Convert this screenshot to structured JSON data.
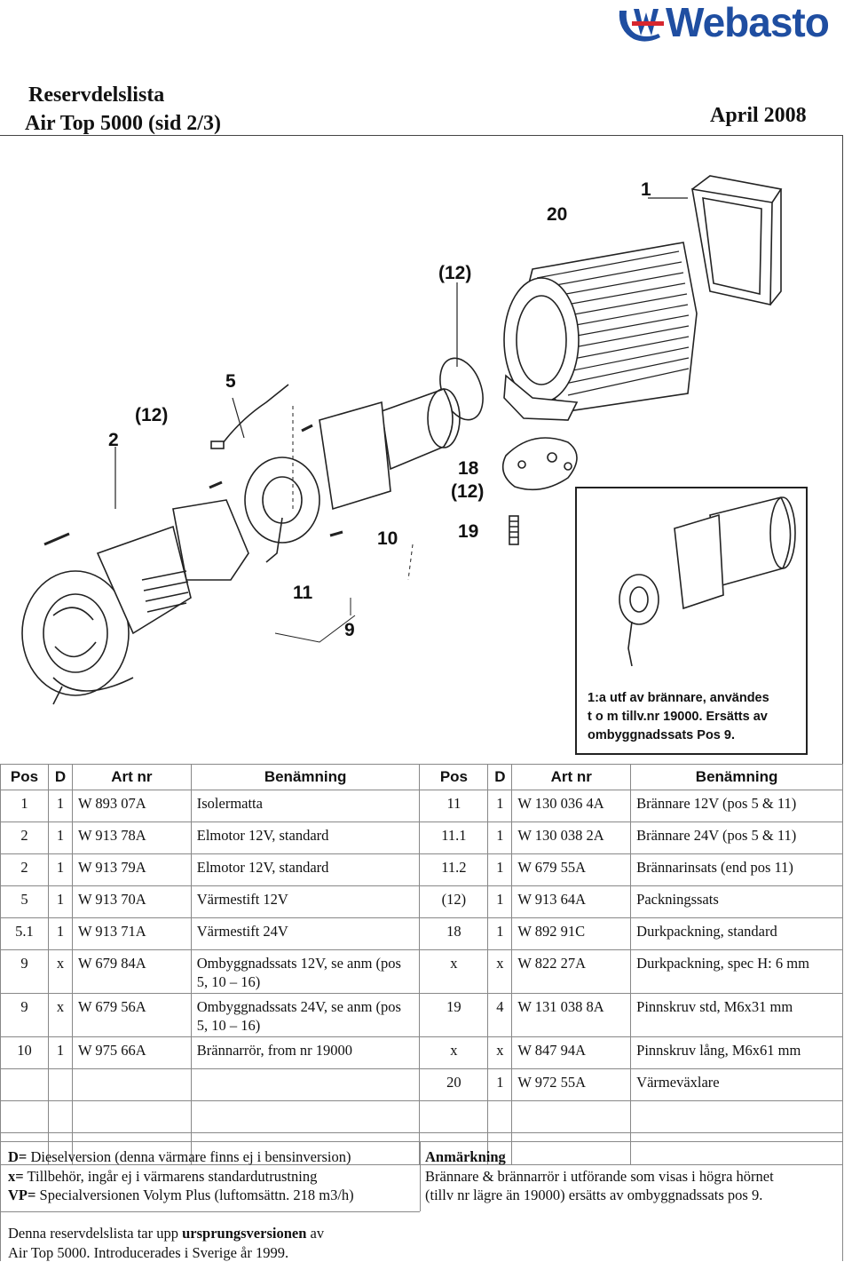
{
  "header": {
    "brand": "Webasto",
    "title_line1": "Reservdelslista",
    "title_line2": "Air Top 5000 (sid 2/3)",
    "date": "April 2008"
  },
  "figure": {
    "callouts": [
      "1",
      "20",
      "(12)",
      "5",
      "(12)",
      "2",
      "18",
      "(12)",
      "19",
      "10",
      "11",
      "9"
    ],
    "inset_note": [
      "1:a utf av brännare, användes",
      "t o m tillv.nr 19000. Ersätts av",
      "ombyggnadssats Pos 9."
    ]
  },
  "table": {
    "headers": [
      "Pos",
      "D",
      "Art nr",
      "Benämning",
      "Pos",
      "D",
      "Art nr",
      "Benämning"
    ],
    "rows": [
      [
        "1",
        "1",
        "W 893 07A",
        "Isolermatta",
        "11",
        "1",
        "W 130 036 4A",
        "Brännare 12V (pos 5 & 11)"
      ],
      [
        "2",
        "1",
        "W 913 78A",
        "Elmotor 12V, standard",
        "11.1",
        "1",
        "W 130 038 2A",
        "Brännare 24V (pos 5 & 11)"
      ],
      [
        "2",
        "1",
        "W 913 79A",
        "Elmotor 12V, standard",
        "11.2",
        "1",
        "W 679 55A",
        "Brännarinsats (end pos 11)"
      ],
      [
        "5",
        "1",
        "W 913 70A",
        "Värmestift 12V",
        "(12)",
        "1",
        "W 913 64A",
        "Packningssats"
      ],
      [
        "5.1",
        "1",
        "W 913 71A",
        "Värmestift 24V",
        "18",
        "1",
        "W 892 91C",
        "Durkpackning, standard"
      ],
      [
        "9",
        "x",
        "W 679 84A",
        "Ombyggnadssats 12V, se anm (pos 5, 10 – 16)",
        "x",
        "x",
        "W 822 27A",
        "Durkpackning, spec H: 6 mm"
      ],
      [
        "9",
        "x",
        "W 679 56A",
        "Ombyggnadssats 24V, se anm (pos 5, 10 – 16)",
        "19",
        "4",
        "W 131 038 8A",
        "Pinnskruv std, M6x31 mm"
      ],
      [
        "10",
        "1",
        "W 975 66A",
        "Brännarrör, from nr 19000",
        "x",
        "x",
        "W 847 94A",
        "Pinnskruv lång, M6x61 mm"
      ],
      [
        "",
        "",
        "",
        "",
        "20",
        "1",
        "W 972 55A",
        "Värmeväxlare"
      ],
      [
        "",
        "",
        "",
        "",
        "",
        "",
        "",
        ""
      ],
      [
        "",
        "",
        "",
        "",
        "",
        "",
        "",
        ""
      ]
    ]
  },
  "notes": {
    "d_key": "D=",
    "d_text": " Dieselversion (denna värmare finns ej i bensinversion)",
    "x_key": "x=",
    "x_text": " Tillbehör, ingår ej i värmarens standardutrustning",
    "vp_key": "VP=",
    "vp_text": " Specialversionen Volym Plus (luftomsättn. 218 m3/h)",
    "remark_title": "Anmärkning",
    "remark_line1": "Brännare & brännarrör i utförande som visas i högra hörnet",
    "remark_line2": "(tillv nr lägre än 19000) ersätts av ombyggnadssats pos 9.",
    "bottom_pre": "Denna reservdelslista tar upp ",
    "bottom_bold": "ursprungsversionen",
    "bottom_post": " av",
    "bottom_line2": "Air Top 5000. Introducerades i Sverige år 1999."
  }
}
